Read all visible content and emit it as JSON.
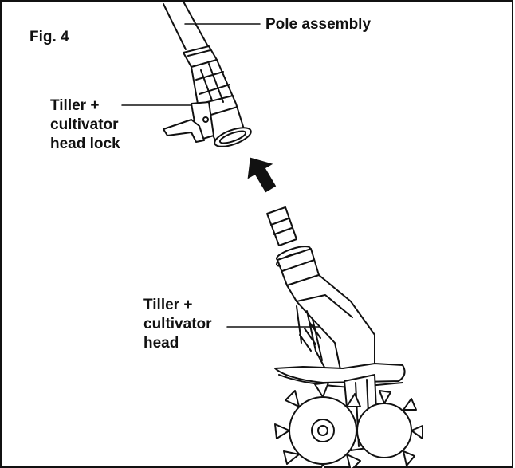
{
  "figure": {
    "label": "Fig. 4"
  },
  "callouts": {
    "pole_assembly": "Pole assembly",
    "head_lock": [
      "Tiller +",
      "cultivator",
      "head lock"
    ],
    "head": [
      "Tiller +",
      "cultivator",
      "head"
    ]
  },
  "colors": {
    "line": "#111111",
    "background": "#ffffff",
    "arrow": "#111111"
  },
  "icons": {
    "direction": "arrow-up-icon"
  }
}
